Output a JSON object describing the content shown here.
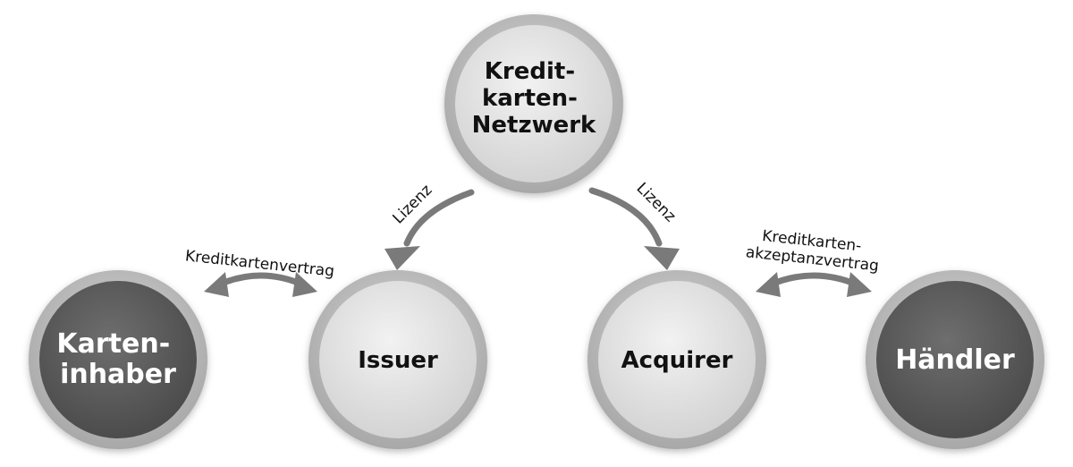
{
  "nodes": {
    "network": {
      "lines": [
        "Kredit-",
        "karten-",
        "Netzwerk"
      ]
    },
    "issuer": {
      "lines": [
        "Issuer"
      ]
    },
    "acquirer": {
      "lines": [
        "Acquirer"
      ]
    },
    "cardholder": {
      "lines": [
        "Karten-",
        "inhaber"
      ]
    },
    "merchant": {
      "lines": [
        "Händler"
      ]
    }
  },
  "edges": {
    "license_left": "Lizenz",
    "license_right": "Lizenz",
    "card_contract": "Kreditkartenvertrag",
    "acceptance_contract": [
      "Kreditkarten-",
      "akzeptanzvertrag"
    ]
  },
  "colors": {
    "light_fill": "#e6e6e6",
    "dark_fill": "#5e5e5e",
    "ring": "#bdbdbd",
    "arrow": "#7a7a7a"
  }
}
